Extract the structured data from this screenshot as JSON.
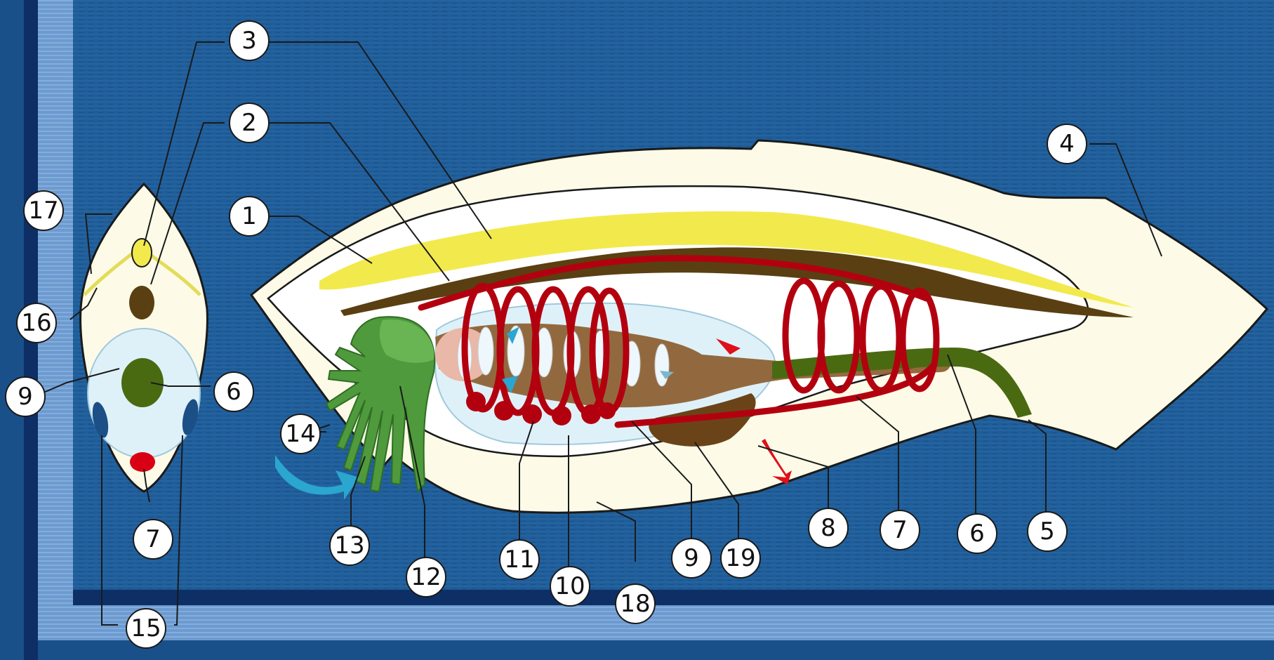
{
  "colors": {
    "background": "#1f5d98",
    "border_light": "#7aa7d6",
    "border_dark": "#0d2f66",
    "body_fill": "#fdfbe8",
    "nerve_cord": "#f2ea4d",
    "notochord": "#5a3f12",
    "blood_vessel": "#b3000f",
    "pharynx_cavity": "#dff1f8",
    "gut": "#8a5a2a",
    "intestine": "#4a6a12",
    "cirri": "#4f9a3c",
    "water_current": "#2aa6cf",
    "label_circle": "#ffffff"
  },
  "callouts": [
    {
      "id": "c1",
      "text": "1"
    },
    {
      "id": "c2",
      "text": "2"
    },
    {
      "id": "c3",
      "text": "3"
    },
    {
      "id": "c4",
      "text": "4"
    },
    {
      "id": "c5",
      "text": "5"
    },
    {
      "id": "c6",
      "text": "6"
    },
    {
      "id": "c7",
      "text": "7"
    },
    {
      "id": "c8",
      "text": "8"
    },
    {
      "id": "c9",
      "text": "9"
    },
    {
      "id": "c10",
      "text": "10"
    },
    {
      "id": "c11",
      "text": "11"
    },
    {
      "id": "c12",
      "text": "12"
    },
    {
      "id": "c13",
      "text": "13"
    },
    {
      "id": "c14",
      "text": "14"
    },
    {
      "id": "c15",
      "text": "15"
    },
    {
      "id": "c16",
      "text": "16"
    },
    {
      "id": "c17",
      "text": "17"
    },
    {
      "id": "c18",
      "text": "18"
    },
    {
      "id": "c19",
      "text": "19"
    },
    {
      "id": "x2",
      "text": "2"
    },
    {
      "id": "x3",
      "text": "3"
    },
    {
      "id": "x6",
      "text": "6"
    },
    {
      "id": "x7",
      "text": "7"
    },
    {
      "id": "x9",
      "text": "9"
    }
  ]
}
